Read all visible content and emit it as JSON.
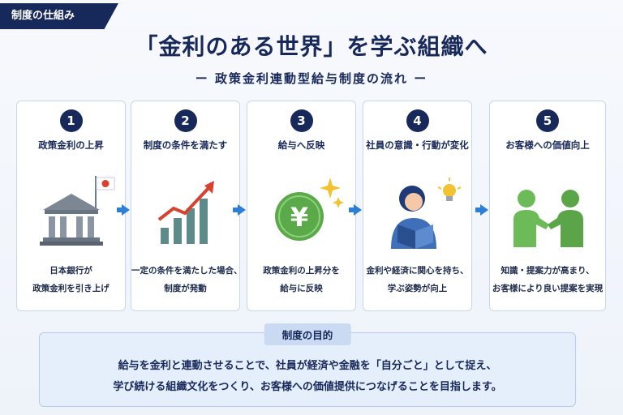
{
  "header": {
    "tag": "制度の仕組み",
    "title": "「金利のある世界」を学ぶ組織へ",
    "subtitle": "ー 政策金利連動型給与制度の流れ ー"
  },
  "steps": [
    {
      "number": "1",
      "title": "政策金利の上昇",
      "desc": [
        "日本銀行が",
        "政策金利を引き上げ"
      ],
      "icon": "bank-with-japan-flag-icon"
    },
    {
      "number": "2",
      "title": "制度の条件を満たす",
      "desc": [
        "一定の条件を満たした場合、",
        "制度が発動"
      ],
      "icon": "rising-bar-chart-icon"
    },
    {
      "number": "3",
      "title": "給与へ反映",
      "desc": [
        "政策金利の上昇分を",
        "給与に反映"
      ],
      "icon": "yen-coin-icon"
    },
    {
      "number": "4",
      "title": "社員の意識・行動が変化",
      "desc": [
        "金利や経済に関心を持ち、",
        "学ぶ姿勢が向上"
      ],
      "icon": "person-reading-lightbulb-icon"
    },
    {
      "number": "5",
      "title": "お客様への価値向上",
      "desc": [
        "知識・提案力が高まり、",
        "お客様により良い提案を実現"
      ],
      "icon": "handshake-icon"
    }
  ],
  "purpose": {
    "label": "制度の目的",
    "lines": [
      "給与を金利と連動させることで、社員が経済や金融を「自分ごと」として捉え、",
      "学び続ける組織文化をつくり、お客様への価値提供につなげることを目指します。"
    ]
  },
  "colors": {
    "navy": "#17285a",
    "arrow": "#2d7fd6",
    "green": "#6dbb58",
    "red": "#d9412f"
  }
}
